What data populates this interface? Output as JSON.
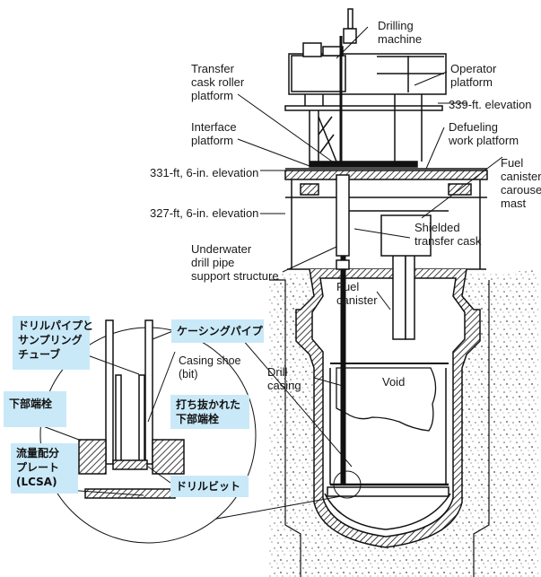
{
  "diagram": {
    "title": "Reactor vessel core bore drilling setup (cross-section)",
    "labels": {
      "drilling_machine": "Drilling\nmachine",
      "operator_platform": "Operator\nplatform",
      "transfer_cask_roller_platform": "Transfer\ncask roller\nplatform",
      "elev_339": "339-ft. elevation",
      "interface_platform": "Interface\nplatform",
      "defueling_work_platform": "Defueling\nwork platform",
      "elev_331": "331-ft, 6-in. elevation",
      "fuel_canister_carousel_mast": "Fuel\ncanister\ncarouse\nmast",
      "elev_327": "327-ft, 6-in. elevation",
      "shielded_transfer_cask": "Shielded\ntransfer cask",
      "underwater_drill_pipe": "Underwater\ndrill pipe\nsupport structure",
      "fuel_canister": "Fuel\ncanister",
      "drill_casing": "Drill\ncasing",
      "void": "Void",
      "casing_shoe": "Casing shoe\n(bit)"
    },
    "callouts_jp": {
      "drill_pipe_sampling_tube": "ドリルパイプと\nサンプリング\nチューブ",
      "casing_pipe": "ケーシングパイプ",
      "lower_end_fitting": "下部端栓",
      "punched_lower_end_fitting": "打ち抜かれた\n下部端栓",
      "flow_distribution_plate": "流量配分\nプレート\n(LCSA)",
      "drill_bit": "ドリルビット"
    }
  }
}
